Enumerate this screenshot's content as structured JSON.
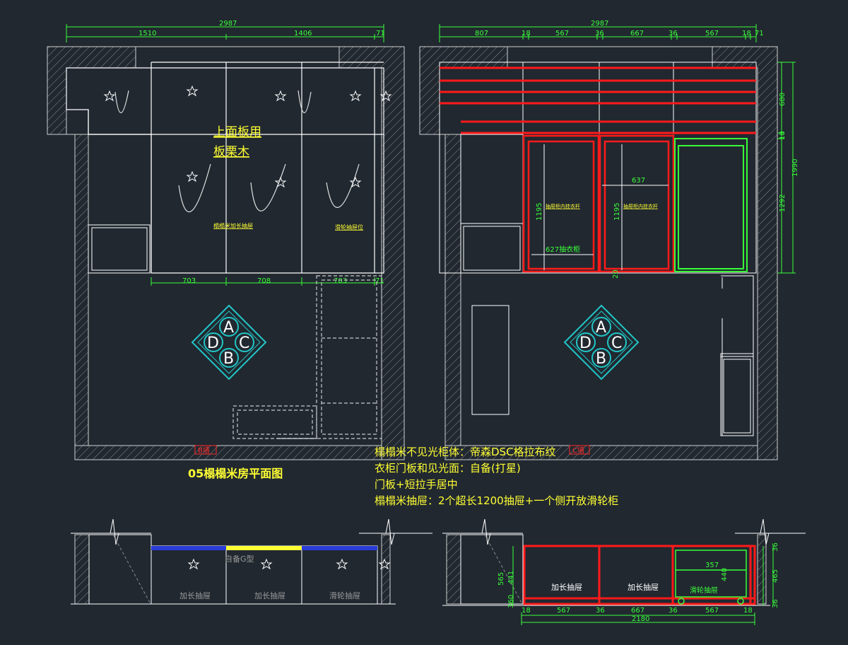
{
  "plan": {
    "title": "05榻榻米房平面图",
    "overall_width": "2987",
    "top_dims": [
      "1510",
      "1406",
      "71"
    ],
    "bottom_dims": [
      "703",
      "708",
      "703",
      "71"
    ],
    "panel_note_line1": "上面板用",
    "panel_note_line2": "板栗木",
    "drawer_label_left": "榻榻米加长抽屉",
    "drawer_label_right": "滑轮抽屉位",
    "tag_left": "B墙"
  },
  "elevation": {
    "overall_width": "2987",
    "top_dims": [
      "807",
      "18",
      "567",
      "36",
      "667",
      "36",
      "567",
      "18",
      "71"
    ],
    "right_dims": [
      "680",
      "18",
      "1990",
      "1292"
    ],
    "inner_dims": [
      "637",
      "1195",
      "1195"
    ],
    "width_label": "627抽衣柜",
    "hanger_label_1": "抽屉柜内挂衣杆",
    "hanger_label_2": "抽屉柜内挂衣杆",
    "small_dim": "20",
    "tag_right": "C墙"
  },
  "compass": {
    "top": "A",
    "left": "D",
    "right": "C",
    "bottom": "B"
  },
  "notes": [
    "榻榻米不见光柜体：帝森DSC格拉布纹",
    "衣柜门板和见光面：自备(打星)",
    "门板+短拉手居中",
    "榻榻米抽屉：2个超长1200抽屉+一个侧开放滑轮柜"
  ],
  "section_left": {
    "drawers": [
      "加长抽屉",
      "加长抽屉",
      "滑轮抽屉"
    ],
    "top_label": "自备G型"
  },
  "section_right": {
    "drawers": [
      "加长抽屉",
      "加长抽屉",
      "滑轮抽屉"
    ],
    "inner_dim": "357",
    "left_dims": [
      "565",
      "441",
      "360"
    ],
    "right_dims": [
      "36",
      "465",
      "36"
    ],
    "inner_right_dim": "440",
    "bottom_dims": [
      "18",
      "567",
      "36",
      "667",
      "36",
      "567",
      "18"
    ],
    "overall_width": "2180"
  },
  "colors": {
    "background": "#212830",
    "line": "#ffffff",
    "dimension": "#39ff39",
    "annotation": "#ffff33",
    "cabinet_red": "#ff1a1a",
    "compass_cyan": "#22c5c5"
  }
}
